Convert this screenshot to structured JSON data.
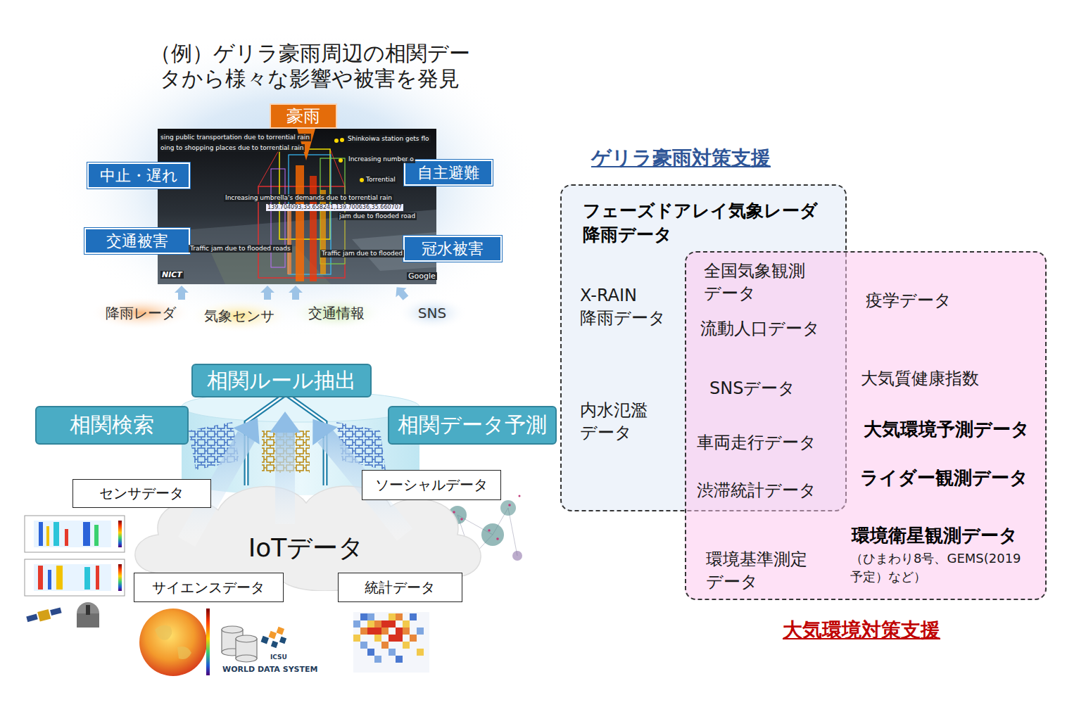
{
  "diagram": {
    "nodes": [
      {
        "text": [
          "豪雨"
        ]
      },
      {
        "text": [
          "中止・遅れ"
        ]
      },
      {
        "text": [
          "自主避難"
        ]
      },
      {
        "text": [
          "交通被害"
        ]
      },
      {
        "text": [
          "冠水被害"
        ]
      },
      {
        "text": [
          "相関ルール抽出"
        ]
      },
      {
        "text": [
          "相関検索"
        ]
      },
      {
        "text": [
          "相関データ予測"
        ]
      },
      {
        "text": [
          "IoTデータ"
        ]
      },
      {
        "text": [
          "センサデータ"
        ]
      },
      {
        "text": [
          "ソーシャルデータ"
        ]
      },
      {
        "text": [
          "サイエンスデータ"
        ]
      },
      {
        "text": [
          "統計データ"
        ]
      },
      {
        "text": [
          "ゲリラ豪雨対策支援"
        ]
      },
      {
        "text": [
          "大気環境対策支援"
        ]
      }
    ],
    "labels": [
      "（例）ゲリラ豪雨周辺の相関デー タから様々な影響や被害を発見",
      "sing public transportation due to torrential rain",
      "oing to shopping places due to torrential rain",
      "Shinkoiwa station gets flo",
      "Increasing number o",
      "Torrential",
      "Increasing umbrella's demands due to torrential rain",
      "139.704093,35.658241,139.700636,35.660707",
      "jam due to flooded road",
      "Traffic jam due to flooded roads",
      "Traffic jam due to flooded",
      "NICT",
      "Google",
      "降雨レーダ",
      "気象センサ",
      "交通情報",
      "SNS",
      "WORLD DATA SYSTEM",
      "ICSU",
      "フェーズドアレイ気象レーダ 降雨データ",
      "X-RAIN 降雨データ",
      "内水氾濫 データ",
      "全国気象観測 データ",
      "流動人口データ",
      "SNSデータ",
      "車両走行データ",
      "渋滞統計データ",
      "疫学データ",
      "大気質健康指数",
      "大気環境予測データ",
      "ライダー観測データ",
      "環境衛星観測データ",
      "（ひまわり8号、GEMS(2019 予定）など）",
      "環境基準測定 データ"
    ]
  }
}
